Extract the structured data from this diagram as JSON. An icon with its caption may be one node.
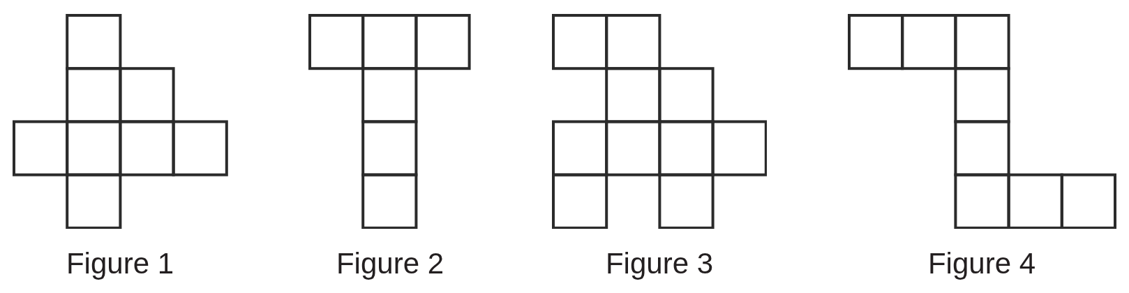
{
  "diagram": {
    "labels": [
      "Figure 1",
      "Figure 2",
      "Figure 3",
      "Figure 4"
    ]
  }
}
